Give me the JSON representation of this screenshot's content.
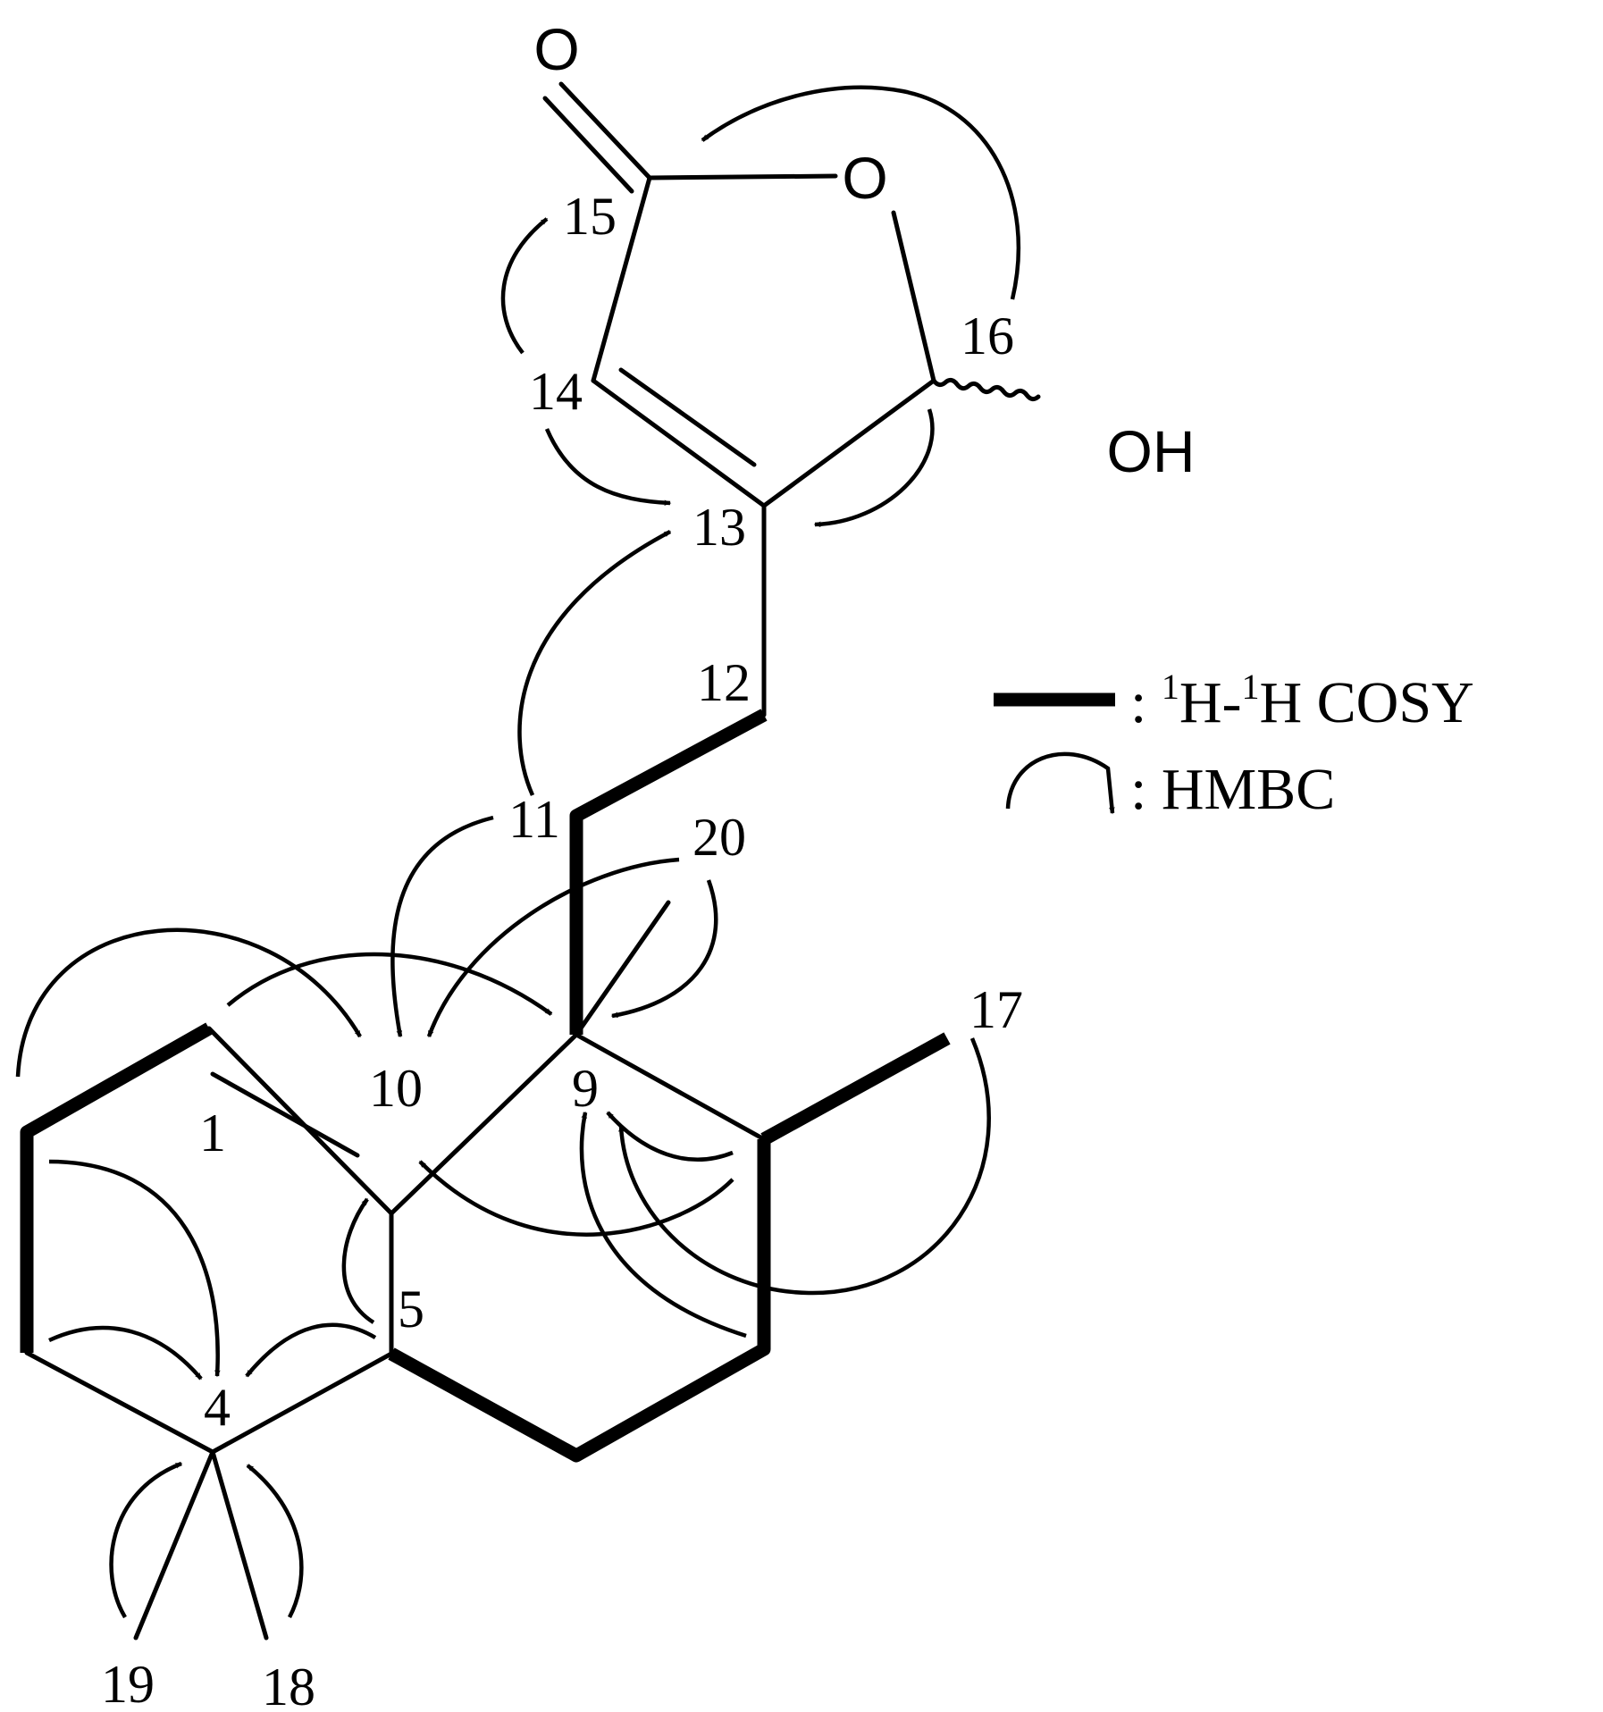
{
  "atoms": {
    "carbonyl_o": "O",
    "ring_o": "O",
    "hydroxyl": "OH"
  },
  "labels": [
    "1",
    "4",
    "5",
    "9",
    "10",
    "11",
    "12",
    "13",
    "14",
    "15",
    "16",
    "17",
    "18",
    "19",
    "20"
  ],
  "legend": {
    "cosy": {
      "separator": ": ",
      "sup1": "1",
      "h1": "H-",
      "sup2": "1",
      "h2": "H COSY"
    },
    "hmbc": {
      "label": ": HMBC"
    }
  }
}
